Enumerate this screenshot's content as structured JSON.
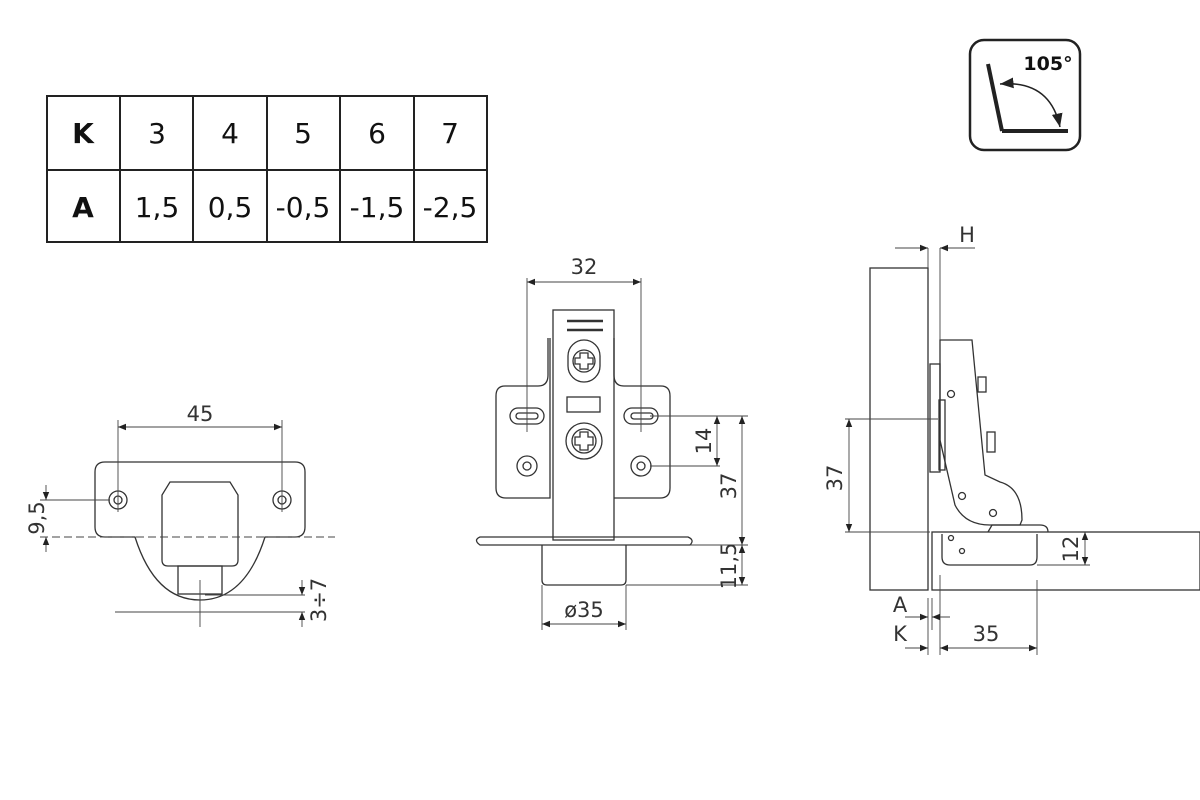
{
  "table": {
    "row_k": {
      "header": "K",
      "values": [
        "3",
        "4",
        "5",
        "6",
        "7"
      ]
    },
    "row_a": {
      "header": "A",
      "values": [
        "1,5",
        "0,5",
        "-0,5",
        "-1,5",
        "-2,5"
      ]
    }
  },
  "opening_angle": {
    "label": "105°",
    "icon": "opening-angle-icon"
  },
  "plate_view": {
    "width": "45",
    "height_offset": "9,5",
    "range": "3÷7"
  },
  "front_view": {
    "hole_spacing": "32",
    "slot_offset": "14",
    "height": "37",
    "cup_depth": "11,5",
    "cup_diameter": "ø35"
  },
  "side_view": {
    "overlay": "H",
    "height": "37",
    "depth": "12",
    "gap_a": "A",
    "gap_k": "K",
    "distance": "35"
  },
  "colors": {
    "line": "#333333",
    "background": "#ffffff"
  }
}
